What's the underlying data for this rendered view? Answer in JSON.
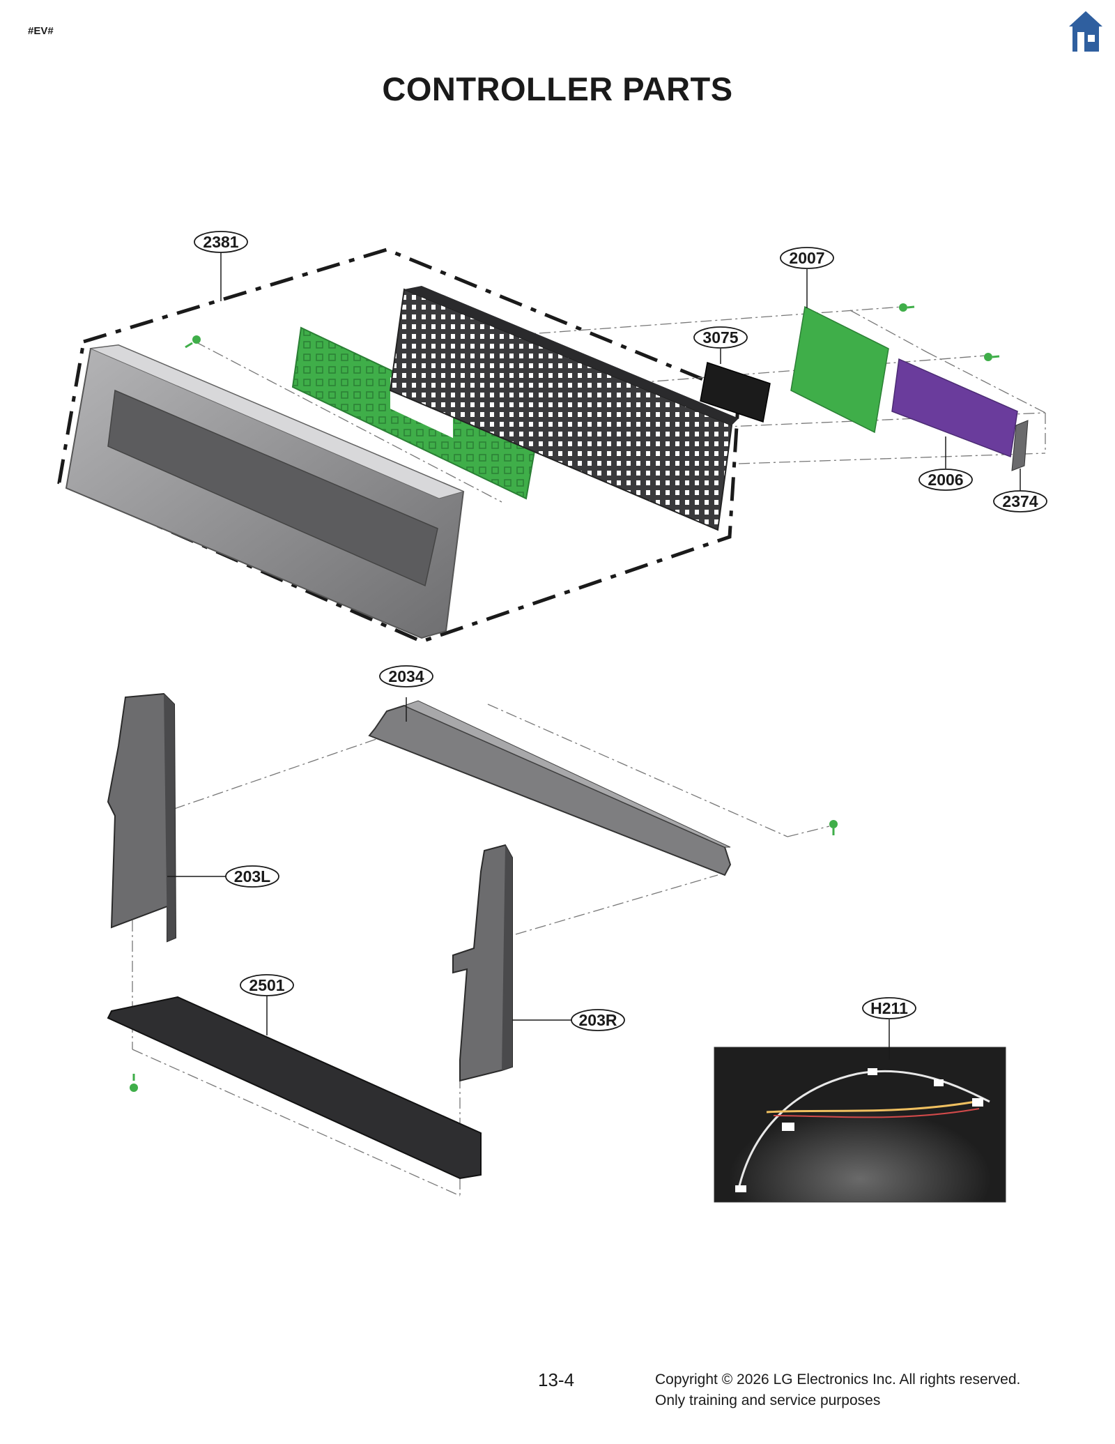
{
  "header": {
    "code": "#EV#",
    "title": "CONTROLLER PARTS",
    "home_icon": "home-icon"
  },
  "callouts": {
    "p2381": "2381",
    "p2007": "2007",
    "p3075": "3075",
    "p2006": "2006",
    "p2374": "2374",
    "p2034": "2034",
    "p203L": "203L",
    "p2501": "2501",
    "p203R": "203R",
    "pH211": "H211"
  },
  "footer": {
    "page_number": "13-4",
    "copyright_line1": "Copyright © 2026 LG Electronics Inc. All rights reserved.",
    "copyright_line2": "Only training and service purposes"
  },
  "colors": {
    "home_icon": "#2f5f9f",
    "pcb_green": "#3fae49",
    "pcb_purple": "#6a3c9c",
    "metal_gray": "#8a8a8c",
    "dark_plastic": "#3c3c3e"
  }
}
